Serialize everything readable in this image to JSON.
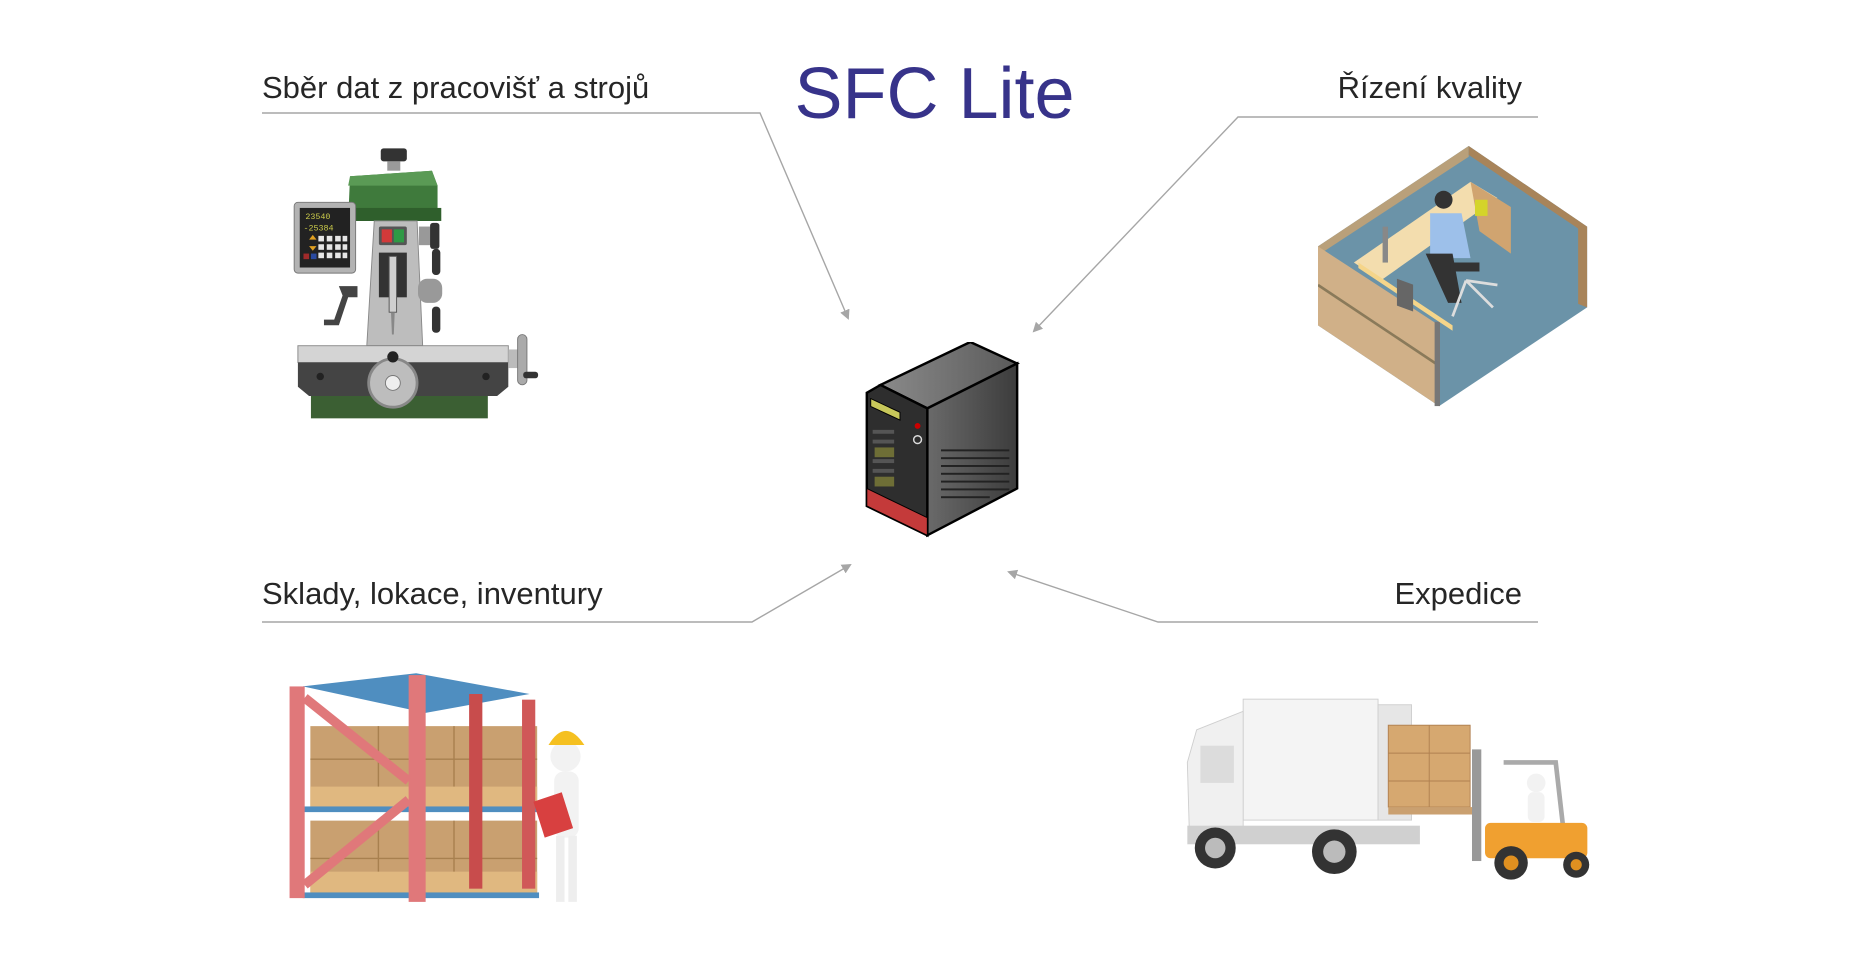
{
  "title": "SFC Lite",
  "colors": {
    "title": "#37338a",
    "label_text": "#262626",
    "connector": "#a6a6a6",
    "background": "#ffffff"
  },
  "hub": {
    "icon": "server-tower-icon"
  },
  "nodes": [
    {
      "id": "data-collection",
      "label": "Sběr dat z pracovišť a strojů",
      "icon": "milling-machine-icon"
    },
    {
      "id": "quality",
      "label": "Řízení kvality",
      "icon": "office-cubicle-worker-icon"
    },
    {
      "id": "warehouse",
      "label": "Sklady, lokace, inventury",
      "icon": "warehouse-rack-worker-icon"
    },
    {
      "id": "shipping",
      "label": "Expedice",
      "icon": "truck-forklift-icon"
    }
  ],
  "edges": [
    {
      "from": "data-collection",
      "to": "hub",
      "arrow": "to-hub"
    },
    {
      "from": "quality",
      "to": "hub",
      "arrow": "to-hub"
    },
    {
      "from": "warehouse",
      "to": "hub",
      "arrow": "to-hub"
    },
    {
      "from": "shipping",
      "to": "hub",
      "arrow": "to-hub"
    }
  ]
}
